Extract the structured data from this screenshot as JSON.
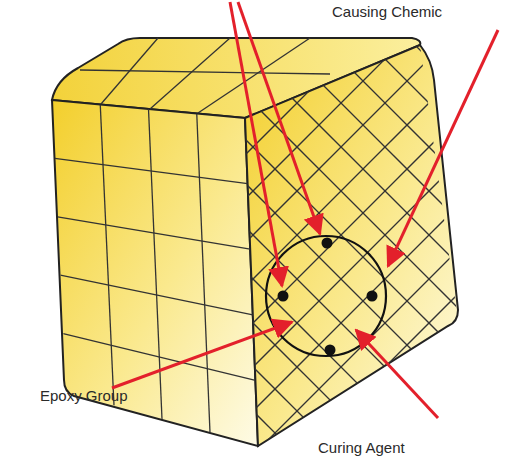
{
  "diagram": {
    "labels": [
      "Causing Chemic",
      "Epoxy Group",
      "Curing Agent"
    ]
  }
}
